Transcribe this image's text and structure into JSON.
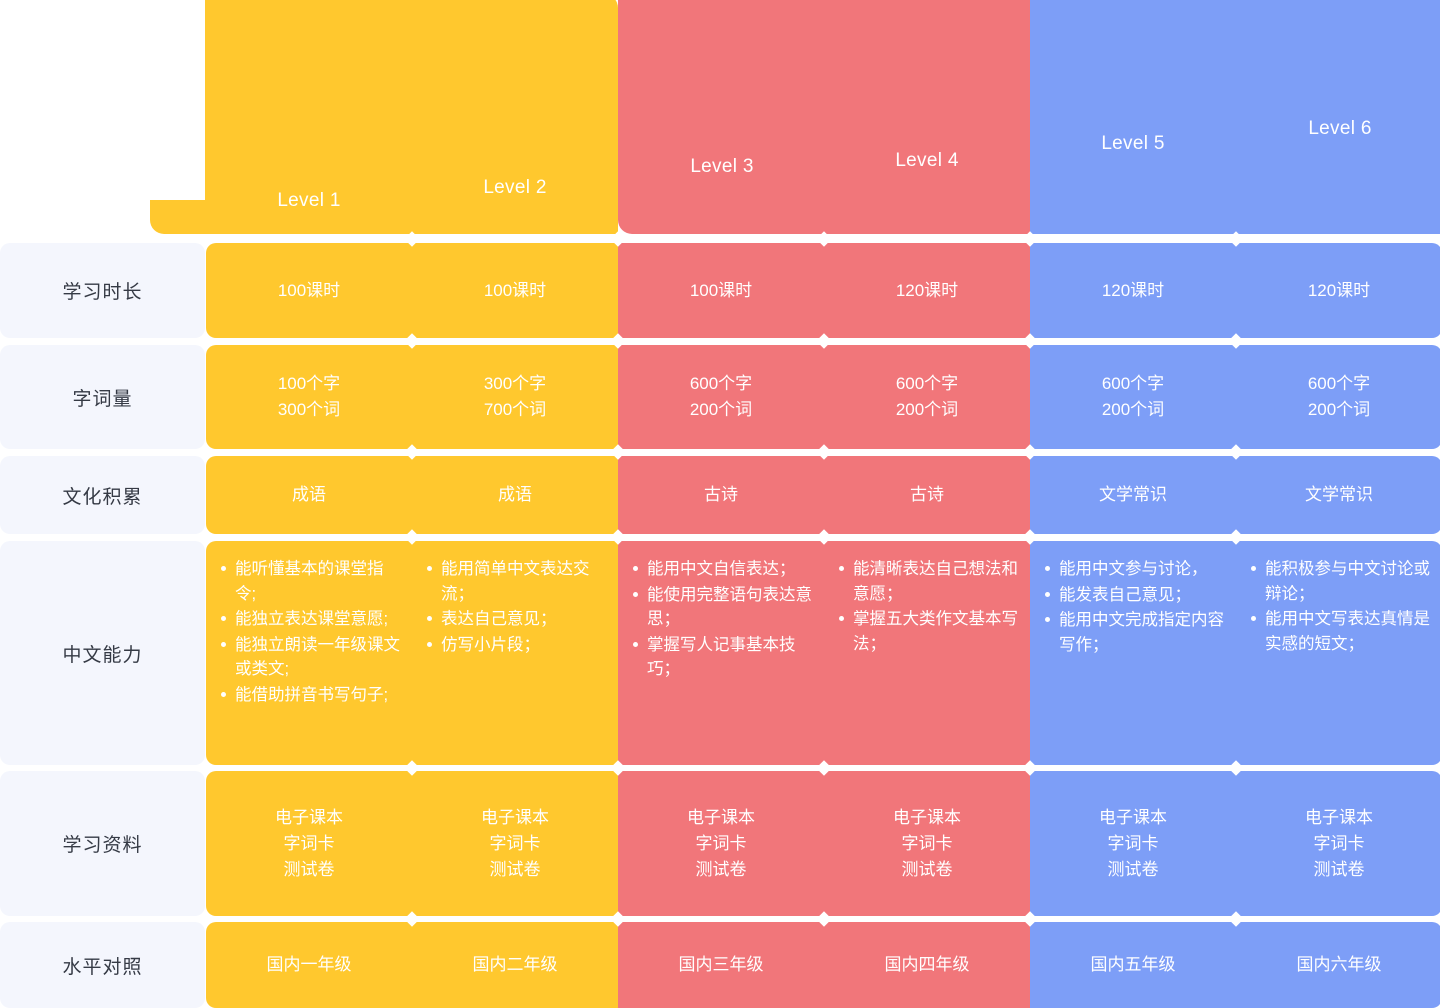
{
  "theme": {
    "yellow": "#FFC82E",
    "red": "#F1767A",
    "blue": "#7D9EF7",
    "label_bg": "#F4F6FD",
    "label_text": "#353A45",
    "cell_text": "#FFFFFF",
    "divider": "#FFFFFF"
  },
  "columns": [
    {
      "label": "Level 1",
      "color_key": "yellow"
    },
    {
      "label": "Level 2",
      "color_key": "yellow"
    },
    {
      "label": "Level 3",
      "color_key": "red"
    },
    {
      "label": "Level 4",
      "color_key": "red"
    },
    {
      "label": "Level 5",
      "color_key": "blue"
    },
    {
      "label": "Level 6",
      "color_key": "blue"
    }
  ],
  "rows": [
    {
      "label": "学习时长",
      "cells": [
        "100课时",
        "100课时",
        "100课时",
        "120课时",
        "120课时",
        "120课时"
      ]
    },
    {
      "label": "字词量",
      "cells": [
        "100个字\n300个词",
        "300个字\n700个词",
        "600个字\n200个词",
        "600个字\n200个词",
        "600个字\n200个词",
        "600个字\n200个词"
      ]
    },
    {
      "label": "文化积累",
      "cells": [
        "成语",
        "成语",
        "古诗",
        "古诗",
        "文学常识",
        "文学常识"
      ]
    },
    {
      "label": "中文能力",
      "bullet_cells": [
        [
          "能听懂基本的课堂指令;",
          "能独立表达课堂意愿;",
          "能独立朗读一年级课文或类文;",
          "能借助拼音书写句子;"
        ],
        [
          "能用简单中文表达交流；",
          "表达自己意见；",
          "仿写小片段；"
        ],
        [
          "能用中文自信表达；",
          "能使用完整语句表达意思；",
          "掌握写人记事基本技巧；"
        ],
        [
          "能清晰表达自己想法和意愿；",
          "掌握五大类作文基本写法；"
        ],
        [
          "能用中文参与讨论，",
          "能发表自己意见；",
          "能用中文完成指定内容写作；"
        ],
        [
          "能积极参与中文讨论或辩论；",
          "能用中文写表达真情是实感的短文；"
        ]
      ]
    },
    {
      "label": "学习资料",
      "cells": [
        "电子课本\n字词卡\n测试卷",
        "电子课本\n字词卡\n测试卷",
        "电子课本\n字词卡\n测试卷",
        "电子课本\n字词卡\n测试卷",
        "电子课本\n字词卡\n测试卷",
        "电子课本\n字词卡\n测试卷"
      ]
    },
    {
      "label": "水平对照",
      "cells": [
        "国内一年级",
        "国内二年级",
        "国内三年级",
        "国内四年级",
        "国内五年级",
        "国内六年级"
      ]
    }
  ]
}
